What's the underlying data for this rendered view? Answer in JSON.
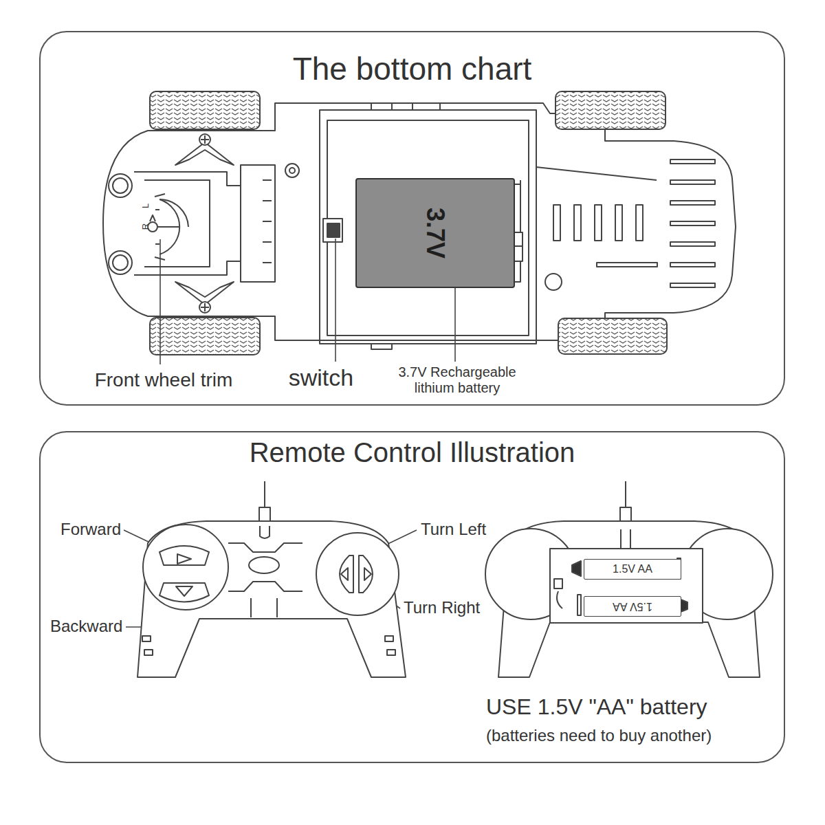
{
  "diagram": {
    "nodes": [
      {
        "text": [
          "The bottom chart"
        ]
      },
      {
        "text": [
          "Remote Control Illustration"
        ]
      },
      {
        "text": [
          "3.7V"
        ],
        "in": 0
      },
      {
        "text": [
          "1.5V AA"
        ],
        "in": 1
      },
      {
        "text": [
          "1.5V AA"
        ],
        "in": 1
      }
    ],
    "labels": [
      "R",
      "L",
      "Front wheel trim",
      "switch",
      "3.7V Rechargeable lithium battery",
      "Forward",
      "Backward",
      "Turn Left",
      "Turn Right",
      "USE 1.5V \"AA\" battery",
      "(batteries need to buy another)"
    ]
  }
}
